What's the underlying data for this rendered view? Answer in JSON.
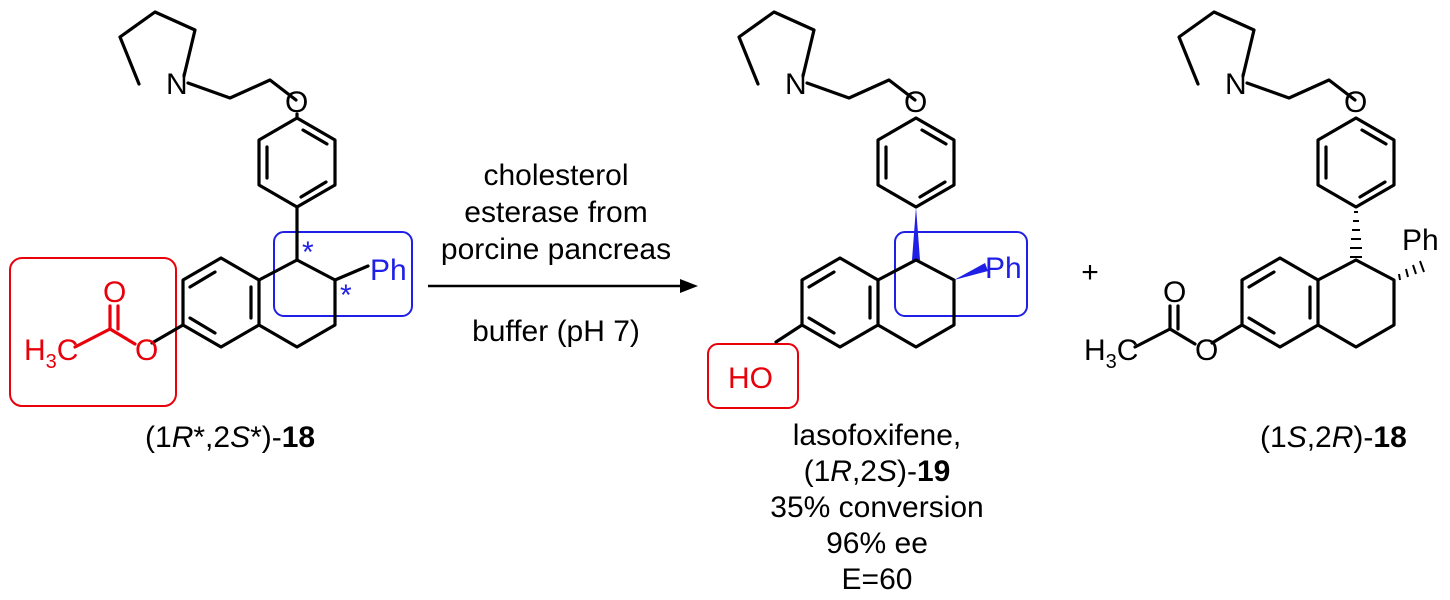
{
  "colors": {
    "highlight_red": "#e8000b",
    "highlight_blue": "#1f1fe6",
    "bond_black": "#000000"
  },
  "atoms": {
    "N": "N",
    "O": "O",
    "Ph": "Ph",
    "HO": "HO",
    "H": "H",
    "C": "C",
    "sub3": "3",
    "star": "*"
  },
  "reaction": {
    "conditions_above": [
      "cholesterol",
      "esterase  from",
      "porcine pancreas"
    ],
    "conditions_below": "buffer (pH 7)",
    "plus": "+"
  },
  "compounds": {
    "substrate": {
      "prefix": "(1",
      "d1": "R",
      "mid": "*,2",
      "d2": "S",
      "suffix": "*)-",
      "number": "18"
    },
    "product": {
      "name": "lasofoxifene,",
      "prefix": "(1",
      "d1": "R",
      "mid": ",2",
      "d2": "S",
      "suffix": ")-",
      "number": "19",
      "conversion": "35% conversion",
      "ee": "96% ee",
      "E": "E=60"
    },
    "recovered": {
      "prefix": "(1",
      "d1": "S",
      "mid": ",2",
      "d2": "R",
      "suffix": ")-",
      "number": "18"
    }
  }
}
